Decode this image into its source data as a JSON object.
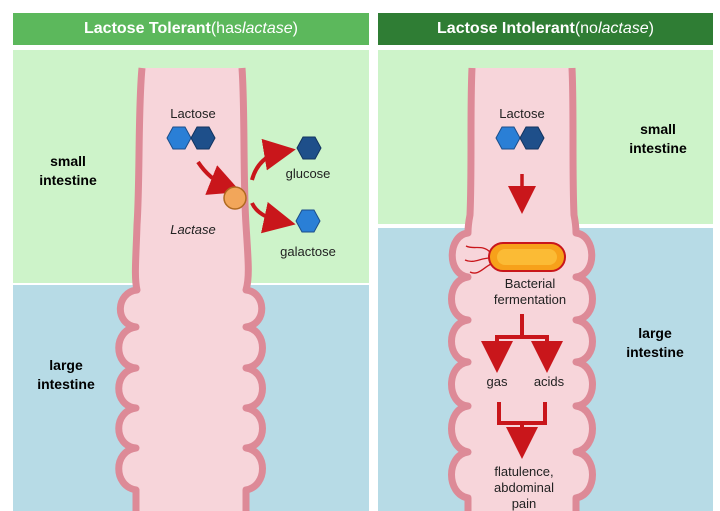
{
  "panels": {
    "left": {
      "header_bold": "Lactose Tolerant",
      "header_paren_open": " (has ",
      "header_italic": "lactase",
      "header_paren_close": ")",
      "small_intestine": [
        "small",
        "intestine"
      ],
      "large_intestine": [
        "large",
        "intestine"
      ],
      "lactose_label": "Lactose",
      "lactase_label": "Lactase",
      "glucose_label": "glucose",
      "galactose_label": "galactose"
    },
    "right": {
      "header_bold": "Lactose Intolerant",
      "header_paren_open": " (no ",
      "header_italic": "lactase",
      "header_paren_close": ")",
      "small_intestine": [
        "small",
        "intestine"
      ],
      "large_intestine": [
        "large",
        "intestine"
      ],
      "lactose_label": "Lactose",
      "fermentation_label": [
        "Bacterial",
        "fermentation"
      ],
      "gas_label": "gas",
      "acids_label": "acids",
      "outcome_label": [
        "flatulence,",
        "abdominal",
        "pain"
      ]
    }
  },
  "colors": {
    "small_intestine_bg": "#cdf3c9",
    "large_intestine_bg": "#b7dbe6",
    "tube_fill": "#f7d5da",
    "tube_border": "#dd8a97",
    "arrow": "#c9161b",
    "glucose_hex": "#1e4f8a",
    "galactose_hex": "#2a7fd6",
    "enzyme": "#f2a65a",
    "bacterium": "#f7a11a"
  }
}
